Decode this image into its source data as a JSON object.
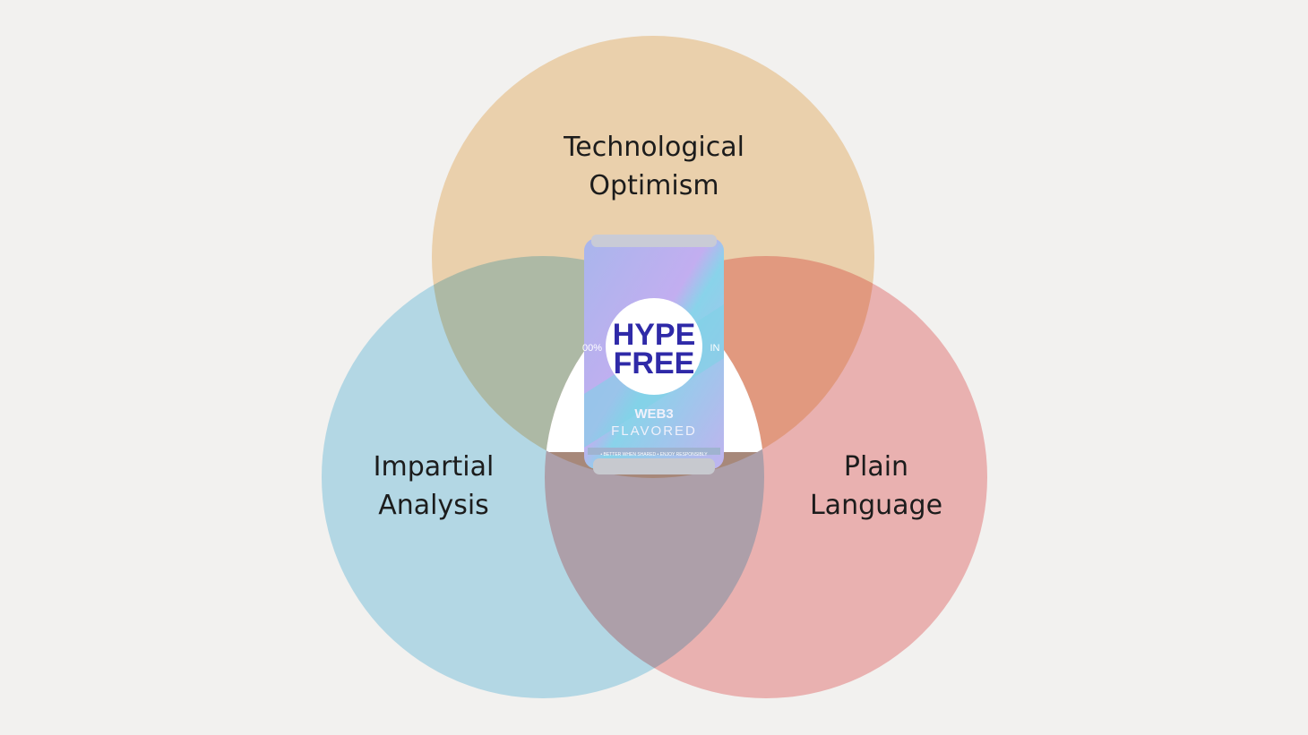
{
  "sets": [
    {
      "label_line1": "Technological",
      "label_line2": "Optimism",
      "color": "#f7dcb8"
    },
    {
      "label_line1": "Impartial",
      "label_line2": "Analysis",
      "color": "#bde4f4"
    },
    {
      "label_line1": "Plain",
      "label_line2": "Language",
      "color": "#f6bcbc"
    }
  ],
  "center": {
    "brand_line1": "HYPE",
    "brand_line2": "FREE",
    "sub_line1": "WEB3",
    "sub_line2": "FLAVORED",
    "side_left": "00%",
    "side_right": "IN",
    "band_text": "• BETTER WHEN SHARED • ENJOY RESPONSIBLY"
  }
}
